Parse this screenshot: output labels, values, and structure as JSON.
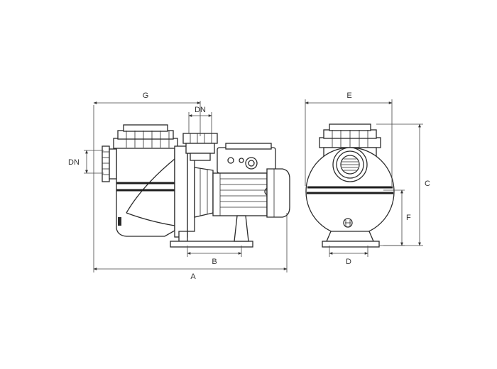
{
  "drawing": {
    "labels": {
      "g": "G",
      "dn_top": "DN",
      "dn_side": "DN",
      "b": "B",
      "a": "A",
      "e": "E",
      "c": "C",
      "f": "F",
      "d": "D"
    },
    "colors": {
      "line": "#2a2a2a",
      "background": "#ffffff"
    }
  }
}
